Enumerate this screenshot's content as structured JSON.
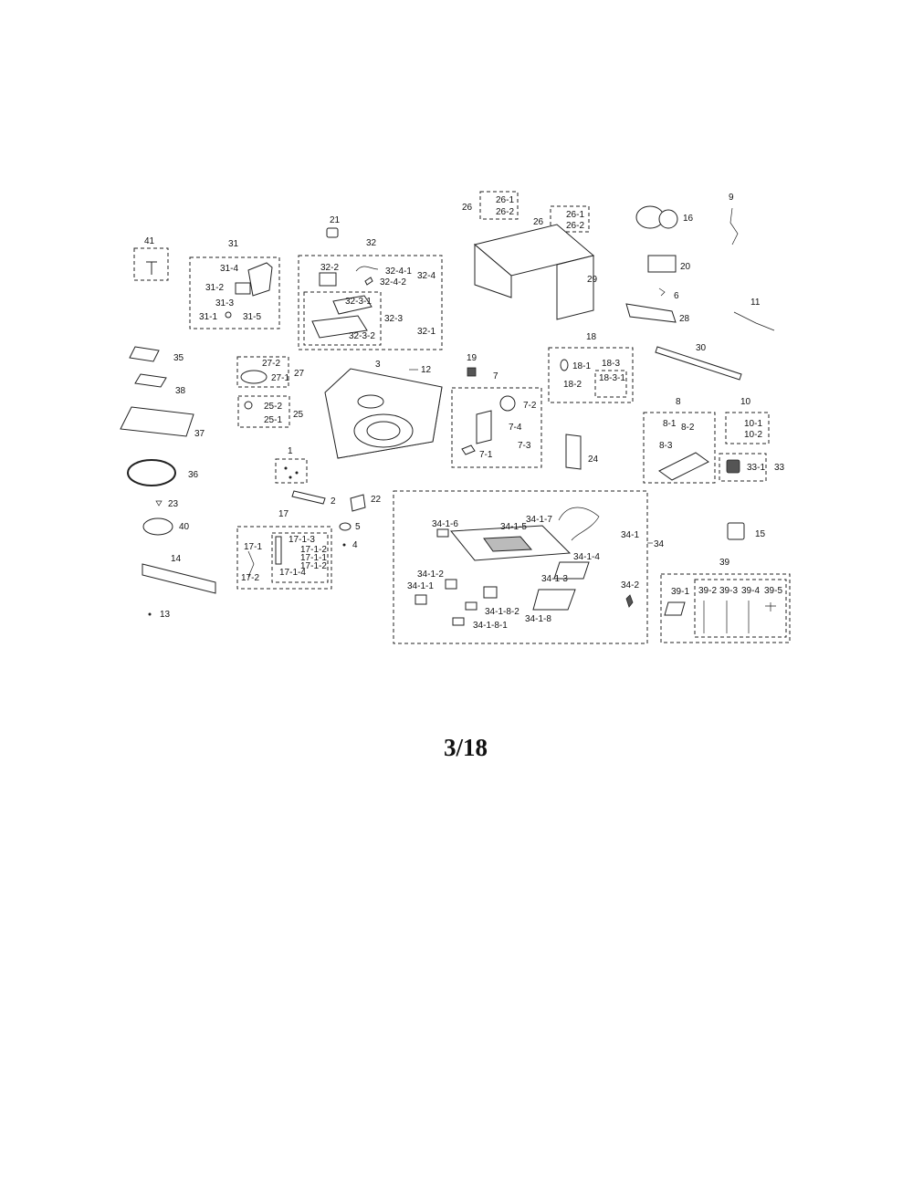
{
  "page_number": "3/18",
  "labels": {
    "l41": "41",
    "l31": "31",
    "l31_4a": "31-4",
    "l31_2": "31-2",
    "l31_3": "31-3",
    "l31_1": "31-1",
    "l31_5": "31-5",
    "l21": "21",
    "l32": "32",
    "l32_2": "32-2",
    "l32_4_1": "32-4-1",
    "l32_4": "32-4",
    "l32_4_2": "32-4-2",
    "l32_3_1": "32-3-1",
    "l32_3": "32-3",
    "l32_3_2": "32-3-2",
    "l32_1": "32-1",
    "l26": "26",
    "l26_1": "26-1",
    "l26_2": "26-2",
    "l26b": "26",
    "l26_1b": "26-1",
    "l26_2b": "26-2",
    "l29": "29",
    "l16": "16",
    "l9": "9",
    "l20": "20",
    "l6": "6",
    "l11": "11",
    "l28": "28",
    "l30": "30",
    "l35": "35",
    "l38": "38",
    "l37": "37",
    "l36": "36",
    "l23": "23",
    "l40": "40",
    "l14": "14",
    "l13": "13",
    "l27": "27",
    "l27_2": "27-2",
    "l27_1": "27-1",
    "l25": "25",
    "l25_2": "25-2",
    "l25_1": "25-1",
    "l3": "3",
    "l12": "12",
    "l19": "19",
    "l7": "7",
    "l7_2": "7-2",
    "l7_4": "7-4",
    "l7_3": "7-3",
    "l7_1": "7-1",
    "l18": "18",
    "l18_1": "18-1",
    "l18_3": "18-3",
    "l18_2": "18-2",
    "l18_3_1": "18-3-1",
    "l8": "8",
    "l8_1": "8-1",
    "l8_2": "8-2",
    "l8_3": "8-3",
    "l10": "10",
    "l10_1": "10-1",
    "l10_2": "10-2",
    "l33": "33",
    "l33_1": "33-1",
    "l24": "24",
    "l1": "1",
    "l2": "2",
    "l22": "22",
    "l5": "5",
    "l4": "4",
    "l17": "17",
    "l17_1": "17-1",
    "l17_2": "17-2",
    "l17_1_3": "17-1-3",
    "l17_1_2a": "17-1-2",
    "l17_1_1": "17-1-1",
    "l17_1_2b": "17-1-2",
    "l17_1_4": "17-1-4",
    "l34": "34",
    "l34_1": "34-1",
    "l34_1_6": "34-1-6",
    "l34_1_5": "34-1-5",
    "l34_1_7": "34-1-7",
    "l34_1_4": "34-1-4",
    "l34_1_2": "34-1-2",
    "l34_1_1": "34-1-1",
    "l34_1_3": "34-1-3",
    "l34_1_8_2": "34-1-8-2",
    "l34_1_8": "34-1-8",
    "l34_1_8_1": "34-1-8-1",
    "l34_2": "34-2",
    "l15": "15",
    "l39": "39",
    "l39_1": "39-1",
    "l39_2": "39-2",
    "l39_3": "39-3",
    "l39_4": "39-4",
    "l39_5": "39-5"
  }
}
